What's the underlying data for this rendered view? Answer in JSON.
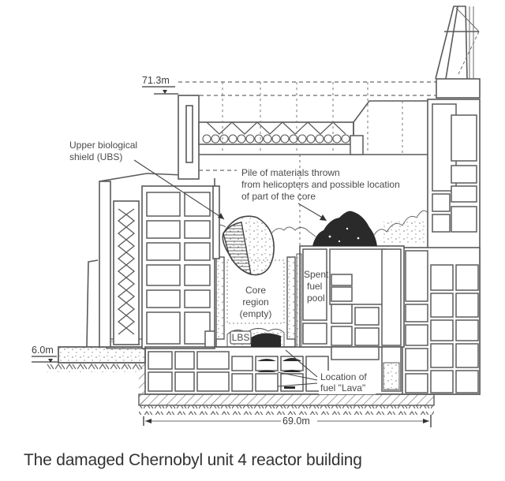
{
  "figure": {
    "title": "Chernobyl unit 4 reactor building cross-section",
    "labels": {
      "elevation_top": "71.3m",
      "elevation_ground": "6.0m",
      "width": "69.0m",
      "ubs_line1": "Upper biological",
      "ubs_line2": "shield (UBS)",
      "pile_line1": "Pile of materials thrown",
      "pile_line2": "from helicopters and possible location",
      "pile_line3": "of part of the core",
      "core_line1": "Core",
      "core_line2": "region",
      "core_line3": "(empty)",
      "lbs": "LBS",
      "pool_line1": "Spent",
      "pool_line2": "fuel",
      "pool_line3": "pool",
      "lava_line1": "Location of",
      "lava_line2": "fuel \"Lava\""
    },
    "colors": {
      "line": "#5a5a5a",
      "debris": "#2a2a2a",
      "text": "#4a4a4a"
    }
  },
  "caption": "The damaged Chernobyl unit 4 reactor building"
}
